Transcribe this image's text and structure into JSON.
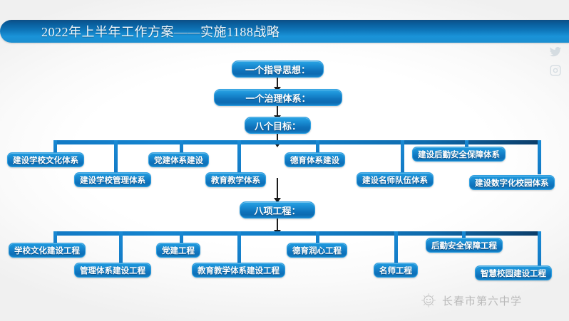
{
  "header": {
    "title": "2022年上半年工作方案——实施1188战略"
  },
  "side_icons": [
    {
      "name": "twitter-icon",
      "label": "twitter-icon"
    },
    {
      "name": "instagram-icon",
      "label": "instagram-icon"
    }
  ],
  "diagram": {
    "heads": [
      {
        "label": "一个指导思想："
      },
      {
        "label": "一个治理体系："
      },
      {
        "label": "八个目标："
      },
      {
        "label": "八项工程："
      }
    ],
    "goals": [
      {
        "label": "建设学校文化体系"
      },
      {
        "label": "建设学校管理体系"
      },
      {
        "label": "党建体系建设"
      },
      {
        "label": "教育教学体系"
      },
      {
        "label": "德育体系建设"
      },
      {
        "label": "建设名师队伍体系"
      },
      {
        "label": "建设后勤安全保障体系"
      },
      {
        "label": "建设数字化校园体系"
      }
    ],
    "projects": [
      {
        "label": "学校文化建设工程"
      },
      {
        "label": "管理体系建设工程"
      },
      {
        "label": "党建工程"
      },
      {
        "label": "教育教学体系建设工程"
      },
      {
        "label": "德育润心工程"
      },
      {
        "label": "名师工程"
      },
      {
        "label": "后勤安全保障工程"
      },
      {
        "label": "智慧校园建设工程"
      }
    ]
  },
  "watermark": {
    "text": "长春市第六中学"
  },
  "colors": {
    "header_dark": "#0d4f86",
    "header_light": "#1b8ed0",
    "node_blue": "#1178c2",
    "connector_blue": "#1279c4"
  }
}
